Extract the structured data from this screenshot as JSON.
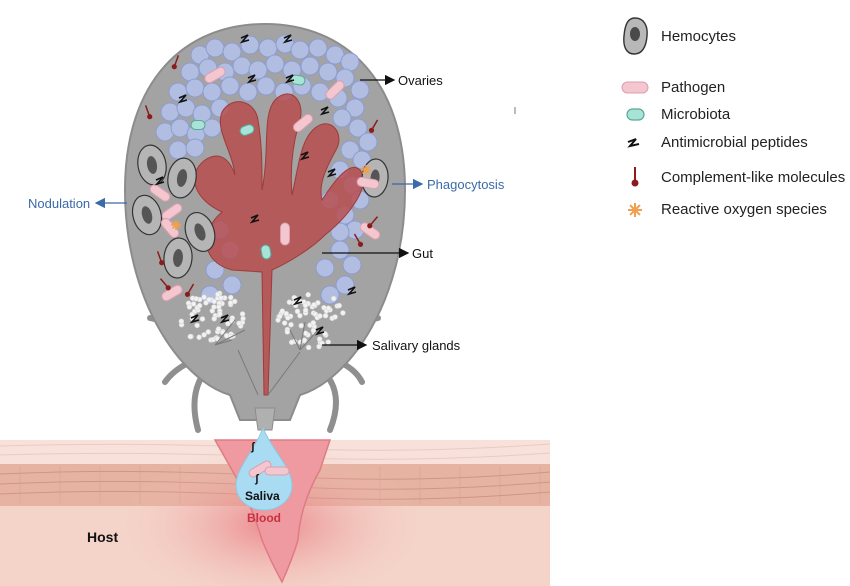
{
  "legend": {
    "items": [
      {
        "label": "Hemocytes",
        "icon": "hemocyte-icon"
      },
      {
        "label": "Pathogen",
        "icon": "pathogen-icon"
      },
      {
        "label": "Microbiota",
        "icon": "microbiota-icon"
      },
      {
        "label": "Antimicrobial peptides",
        "icon": "antimicrobial-peptide-icon"
      },
      {
        "label": "Complement-like molecules",
        "icon": "complement-molecule-icon"
      },
      {
        "label": "Reactive oxygen species",
        "icon": "ros-icon"
      }
    ]
  },
  "callouts": {
    "ovaries": "Ovaries",
    "phagocytosis": "Phagocytosis",
    "nodulation": "Nodulation",
    "gut": "Gut",
    "salivary_glands": "Salivary glands"
  },
  "host_labels": {
    "saliva": "Saliva",
    "blood": "Blood",
    "host": "Host"
  },
  "colors": {
    "tick_body": "#9e9e9e",
    "ovary_blue": "#b3c1e8",
    "gut_red": "#b84a4a",
    "pathogen_pink": "#f4c6cf",
    "microbiota_teal": "#a7e3d6",
    "skin_pink": "#f2c7bb",
    "saliva_blue": "#a9dcf3",
    "callout_blue": "#3a6aa8",
    "blood_text": "#c8313f"
  }
}
